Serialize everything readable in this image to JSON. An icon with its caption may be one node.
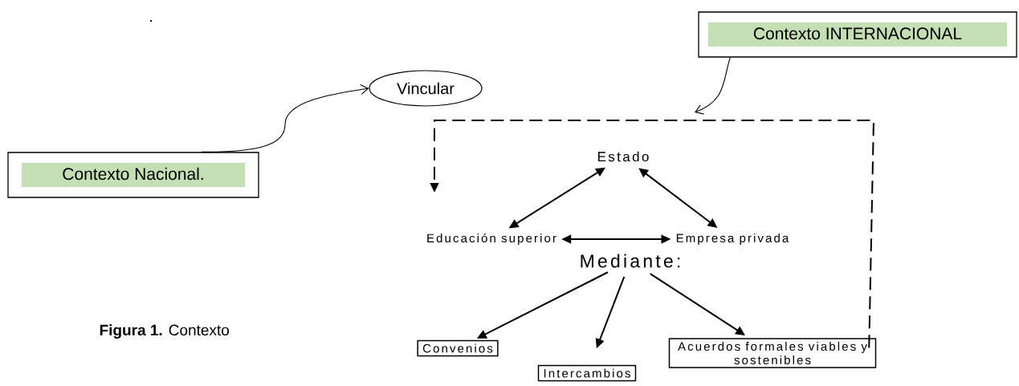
{
  "diagram": {
    "caption": "**Figura 1.** Contexto",
    "nodes": [
      {
        "text": [
          "Contexto INTERNACIONAL"
        ]
      },
      {
        "text": [
          "Vincular"
        ]
      },
      {
        "text": [
          "Contexto Nacional."
        ]
      },
      {
        "text": [
          "Estado"
        ]
      },
      {
        "text": [
          "Educación superior"
        ]
      },
      {
        "text": [
          "Empresa privada"
        ]
      },
      {
        "text": [
          "Mediante:"
        ]
      },
      {
        "text": [
          "Convenios"
        ]
      },
      {
        "text": [
          "Intercambios"
        ]
      },
      {
        "text": [
          "Acuerdos formales viables y sostenibles"
        ]
      }
    ],
    "edges": [
      {
        "from": 2,
        "to": 1,
        "arrow": "to"
      },
      {
        "from": 0,
        "to": null,
        "arrow": "to"
      },
      {
        "from": 9,
        "to": null,
        "arrow": "to",
        "style": "dashed"
      },
      {
        "from": 3,
        "to": 4,
        "arrow": "both"
      },
      {
        "from": 3,
        "to": 5,
        "arrow": "both"
      },
      {
        "from": 4,
        "to": 5,
        "arrow": "both"
      },
      {
        "from": 6,
        "to": 7,
        "arrow": "to"
      },
      {
        "from": 6,
        "to": 8,
        "arrow": "to"
      },
      {
        "from": 6,
        "to": 9,
        "arrow": "to"
      }
    ],
    "labels": [
      "."
    ]
  }
}
